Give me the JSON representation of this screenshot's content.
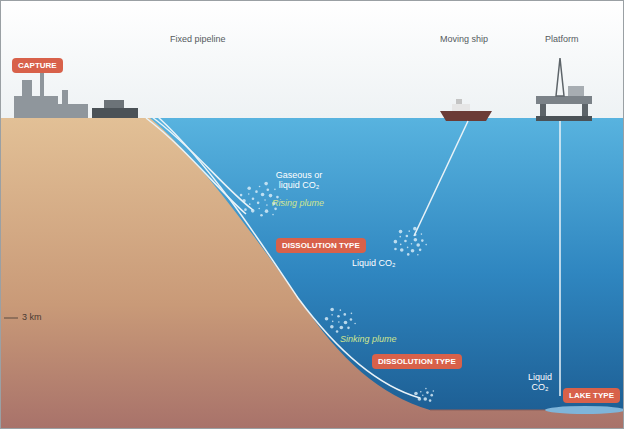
{
  "diagram": {
    "nodes": [
      {
        "text": [
          "CAPTURE"
        ]
      },
      {
        "text": [
          "DISSOLUTION TYPE"
        ]
      },
      {
        "text": [
          "DISSOLUTION TYPE"
        ]
      },
      {
        "text": [
          "LAKE TYPE"
        ]
      }
    ],
    "labels": [
      "Fixed pipeline",
      "Moving ship",
      "Platform",
      "Gaseous or liquid CO₂",
      "Rising plume",
      "Liquid CO₂",
      "3 km",
      "Sinking plume",
      "Liquid CO₂"
    ]
  }
}
